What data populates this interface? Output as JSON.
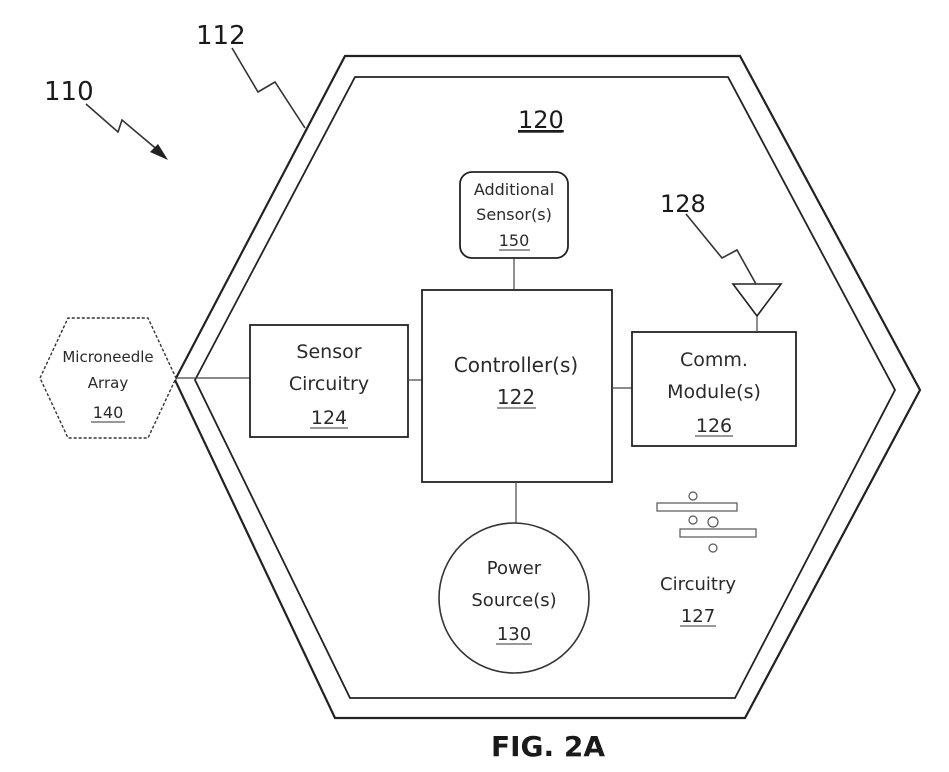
{
  "figure": {
    "caption": "FIG. 2A"
  },
  "refs": {
    "device": "110",
    "housing": "112",
    "board": "120",
    "antenna": "128"
  },
  "microneedle": {
    "line1": "Microneedle",
    "line2": "Array",
    "ref": "140"
  },
  "sensor_circuitry": {
    "line1": "Sensor",
    "line2": "Circuitry",
    "ref": "124"
  },
  "controller": {
    "line1": "Controller(s)",
    "ref": "122"
  },
  "comm_module": {
    "line1": "Comm.",
    "line2": "Module(s)",
    "ref": "126"
  },
  "additional_sensor": {
    "line1": "Additional",
    "line2": "Sensor(s)",
    "ref": "150"
  },
  "power_source": {
    "line1": "Power",
    "line2": "Source(s)",
    "ref": "130"
  },
  "circuitry": {
    "line1": "Circuitry",
    "ref": "127"
  }
}
